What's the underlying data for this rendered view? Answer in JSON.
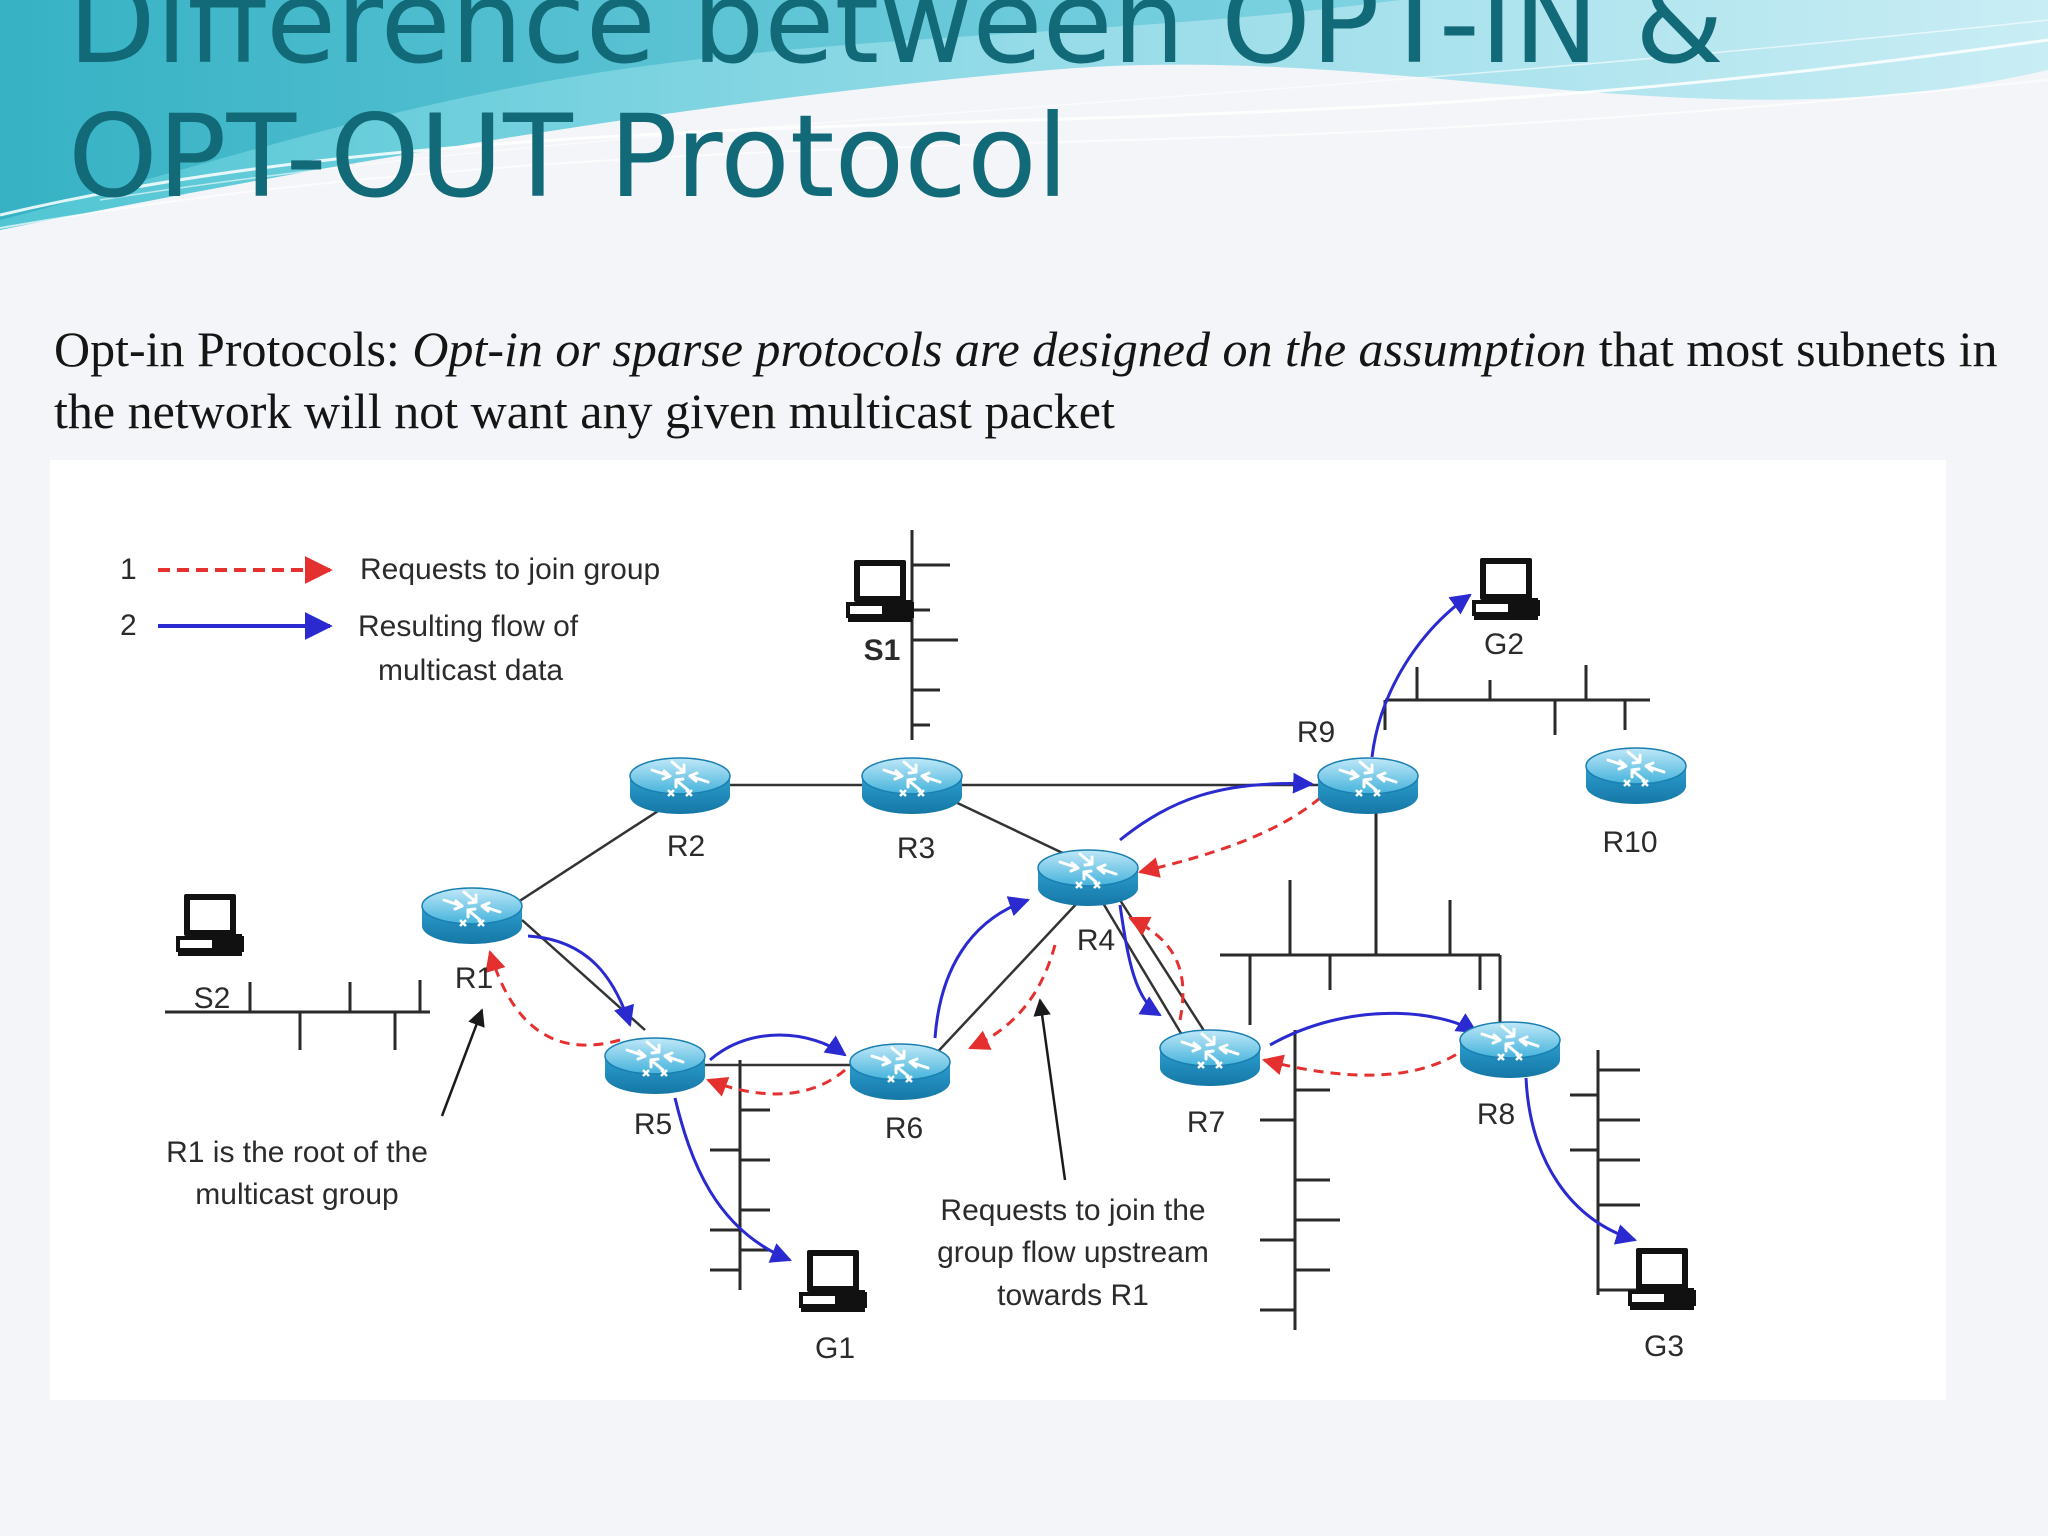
{
  "slide": {
    "title_line1": "Difference between OPT-IN &",
    "title_line2": "OPT-OUT Protocol",
    "body_lead": "Opt-in Protocols: ",
    "body_italic": "Opt-in or sparse protocols are designed on the assumption",
    "body_rest": " that most subnets in the network will not want any given multicast packet"
  },
  "diagram": {
    "legend": [
      {
        "number": "1",
        "text": "Requests to join group",
        "style": "dashed",
        "color": "#e53030"
      },
      {
        "number": "2",
        "text_line1": "Resulting flow of",
        "text_line2": "multicast data",
        "style": "solid",
        "color": "#2a2ad0"
      }
    ],
    "routers": {
      "r1": "R1",
      "r2": "R2",
      "r3": "R3",
      "r4": "R4",
      "r5": "R5",
      "r6": "R6",
      "r7": "R7",
      "r8": "R8",
      "r9": "R9",
      "r10": "R10"
    },
    "hosts": {
      "s1": "S1",
      "s2": "S2",
      "g1": "G1",
      "g2": "G2",
      "g3": "G3"
    },
    "annotations": {
      "root_line1": "R1 is the root of the",
      "root_line2": "multicast group",
      "upstream_line1": "Requests to join the",
      "upstream_line2": "group flow upstream",
      "upstream_line3": "towards R1"
    }
  },
  "colors": {
    "title": "#126a78",
    "join_request": "#e53030",
    "data_flow": "#2a2ad0",
    "router": "#2b9fd0"
  }
}
